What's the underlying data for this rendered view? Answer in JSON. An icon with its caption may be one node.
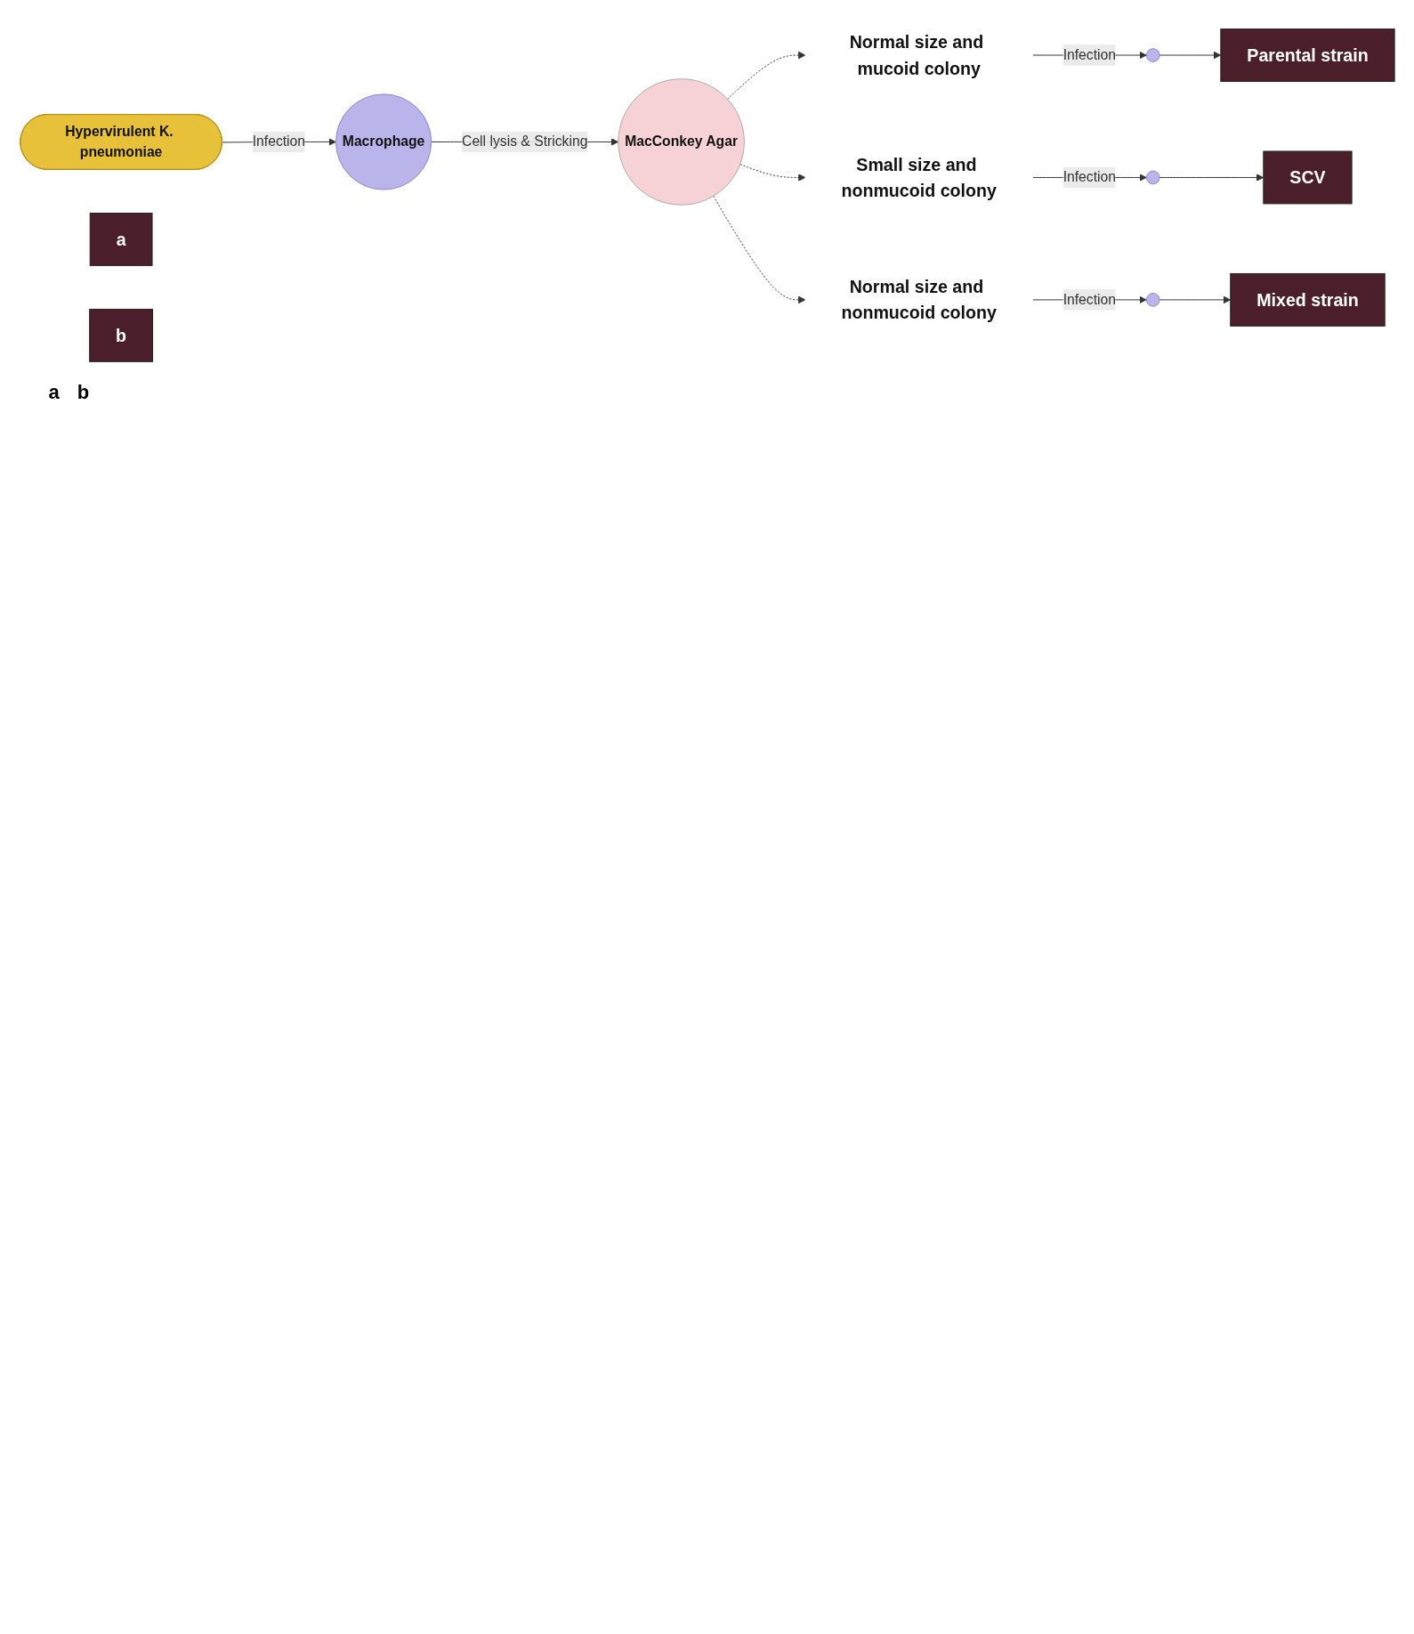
{
  "diagram": {
    "nodes": [
      {
        "text": [
          "Hypervirulent K. pneumoniae"
        ]
      },
      {
        "text": [
          "Macrophage"
        ]
      },
      {
        "text": [
          "MacConkey Agar"
        ]
      },
      {
        "text": [
          "Normal size and mucoid colony"
        ]
      },
      {
        "text": [],
        "shape": "picture"
      },
      {
        "text": [
          "Parental strain"
        ]
      },
      {
        "text": [
          "Small size and nonmucoid colony"
        ]
      },
      {
        "text": [],
        "shape": "picture"
      },
      {
        "text": [
          "SCV"
        ]
      },
      {
        "text": [
          "Normal size and nonmucoid colony"
        ]
      },
      {
        "text": [],
        "shape": "picture"
      },
      {
        "text": [
          "Mixed strain"
        ]
      },
      {
        "text": [
          "a"
        ]
      },
      {
        "text": [
          "b"
        ]
      }
    ],
    "edges": [
      {
        "from": 0,
        "to": 1,
        "arrow": "to",
        "label": "Infection"
      },
      {
        "from": 1,
        "to": 2,
        "arrow": "to",
        "label": "Cell lysis & Stricking"
      },
      {
        "from": 2,
        "to": 3,
        "arrow": "to",
        "style": "dashed"
      },
      {
        "from": 3,
        "to": 4,
        "arrow": "to",
        "label": "Infection"
      },
      {
        "from": 4,
        "to": 5,
        "arrow": "to"
      },
      {
        "from": 2,
        "to": 6,
        "arrow": "to",
        "style": "dashed"
      },
      {
        "from": 6,
        "to": 7,
        "arrow": "to",
        "label": "Infection"
      },
      {
        "from": 7,
        "to": 8,
        "arrow": "to"
      },
      {
        "from": 2,
        "to": 9,
        "arrow": "to",
        "style": "dashed"
      },
      {
        "from": 9,
        "to": 10,
        "arrow": "to",
        "label": "Infection"
      },
      {
        "from": 10,
        "to": 11,
        "arrow": "to"
      }
    ],
    "labels": [
      "a",
      "b"
    ]
  }
}
